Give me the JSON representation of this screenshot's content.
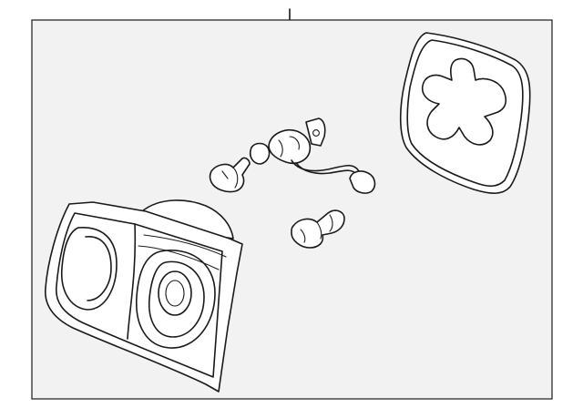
{
  "diagram": {
    "background_color": "#f2f2f2",
    "line_color": "#1a1a1a",
    "parts": [
      {
        "name": "tail-lamp-housing"
      },
      {
        "name": "bulb"
      },
      {
        "name": "socket-and-wire-harness"
      },
      {
        "name": "bulb-socket"
      },
      {
        "name": "gasket-seal"
      }
    ]
  }
}
